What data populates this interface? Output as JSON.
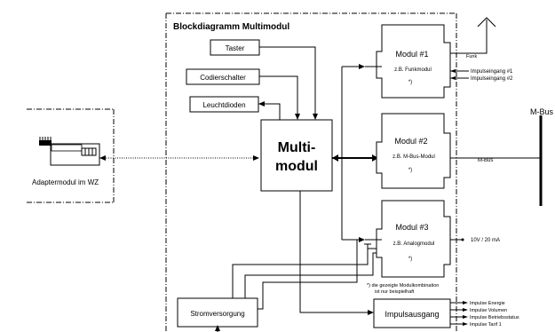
{
  "title": "Blockdiagramm Multimodul",
  "blocks": {
    "taster": "Taster",
    "codierschalter": "Codierschalter",
    "leuchtdioden": "Leuchtdioden",
    "multimodul_line1": "Multi-",
    "multimodul_line2": "modul",
    "stromversorgung": "Stromversorgung",
    "impulsausgang": "Impulsausgang",
    "adapter_label": "Adaptermodul im WZ"
  },
  "modules": [
    {
      "name": "Modul #1",
      "sub": "z.B. Funkmodul",
      "note": "*)"
    },
    {
      "name": "Modul #2",
      "sub": "z.B. M-Bus-Modul",
      "note": "*)"
    },
    {
      "name": "Modul #3",
      "sub": "z.B. Analogmodul",
      "note": "*)"
    }
  ],
  "signals": {
    "funk": "Funk",
    "impulseingang1": "Impulseingang #1",
    "impulseingang2": "Impulseingang #2",
    "mbus_line": "M-Bus",
    "mbus_bus": "M-Bus",
    "analog": "10V / 20 mA"
  },
  "footnote": {
    "line1": "*) die gezeigte Modulkombination",
    "line2": "ist nur beispielhaft"
  },
  "outputs": [
    "Impulse Energie",
    "Impulse Volumen",
    "Impulse Betriebsstatus",
    "Impulse Tarif 1"
  ]
}
